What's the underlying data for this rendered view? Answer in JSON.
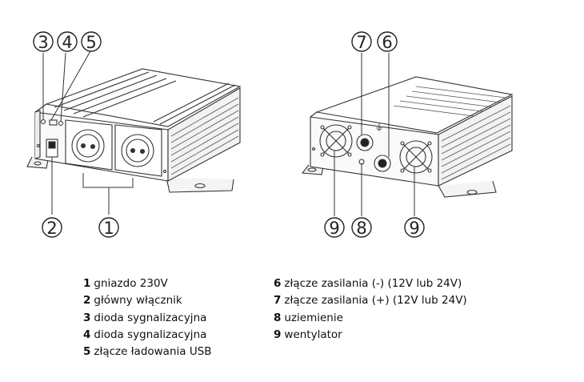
{
  "callouts_front": [
    {
      "number": "3"
    },
    {
      "number": "4"
    },
    {
      "number": "5"
    },
    {
      "number": "2"
    },
    {
      "number": "1"
    }
  ],
  "callouts_back": [
    {
      "number": "7"
    },
    {
      "number": "6"
    },
    {
      "number": "9"
    },
    {
      "number": "8"
    },
    {
      "number": "9"
    }
  ],
  "ground_symbol": "⏚",
  "legend_left": [
    {
      "num": "1",
      "text": "gniazdo 230V"
    },
    {
      "num": "2",
      "text": "główny włącznik"
    },
    {
      "num": "3",
      "text": "dioda sygnalizacyjna"
    },
    {
      "num": "4",
      "text": "dioda sygnalizacyjna"
    },
    {
      "num": "5",
      "text": "złącze ładowania USB"
    }
  ],
  "legend_right": [
    {
      "num": "6",
      "text": "złącze zasilania (-) (12V lub 24V)"
    },
    {
      "num": "7",
      "text": "złącze zasilania (+) (12V lub 24V)"
    },
    {
      "num": "8",
      "text": "uziemienie"
    },
    {
      "num": "9",
      "text": "wentylator"
    }
  ]
}
